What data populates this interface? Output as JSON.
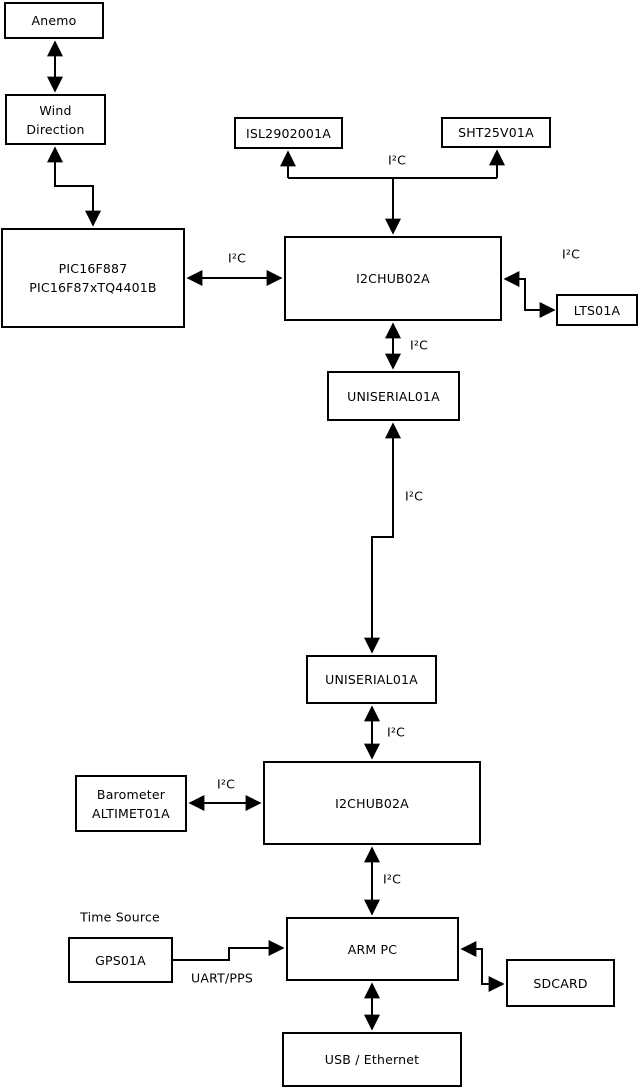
{
  "diagram": {
    "title": "weather-station-hardware-block-diagram",
    "colors": {
      "line": "#000000",
      "box_border": "#000000",
      "box_fill": "#ffffff",
      "background": "#ffffff",
      "text": "#000000"
    },
    "nodes": {
      "anemo": {
        "label": "Anemo"
      },
      "wind_direction": {
        "line1": "Wind",
        "line2": "Direction"
      },
      "pic": {
        "line1": "PIC16F887",
        "line2": "PIC16F87xTQ4401B"
      },
      "isl": {
        "label": "ISL2902001A"
      },
      "sht": {
        "label": "SHT25V01A"
      },
      "i2chub_top": {
        "label": "I2CHUB02A"
      },
      "lts": {
        "label": "LTS01A"
      },
      "uniserial_top": {
        "label": "UNISERIAL01A"
      },
      "uniserial_bottom": {
        "label": "UNISERIAL01A"
      },
      "barometer": {
        "line1": "Barometer",
        "line2": "ALTIMET01A"
      },
      "i2chub_bottom": {
        "label": "I2CHUB02A"
      },
      "arm_pc": {
        "label": "ARM PC"
      },
      "gps": {
        "label": "GPS01A"
      },
      "sdcard": {
        "label": "SDCARD"
      },
      "usb_ethernet": {
        "label": "USB / Ethernet"
      }
    },
    "edge_labels": {
      "i2c": "I²C",
      "uart_pps": "UART/PPS",
      "time_source": "Time Source"
    }
  }
}
